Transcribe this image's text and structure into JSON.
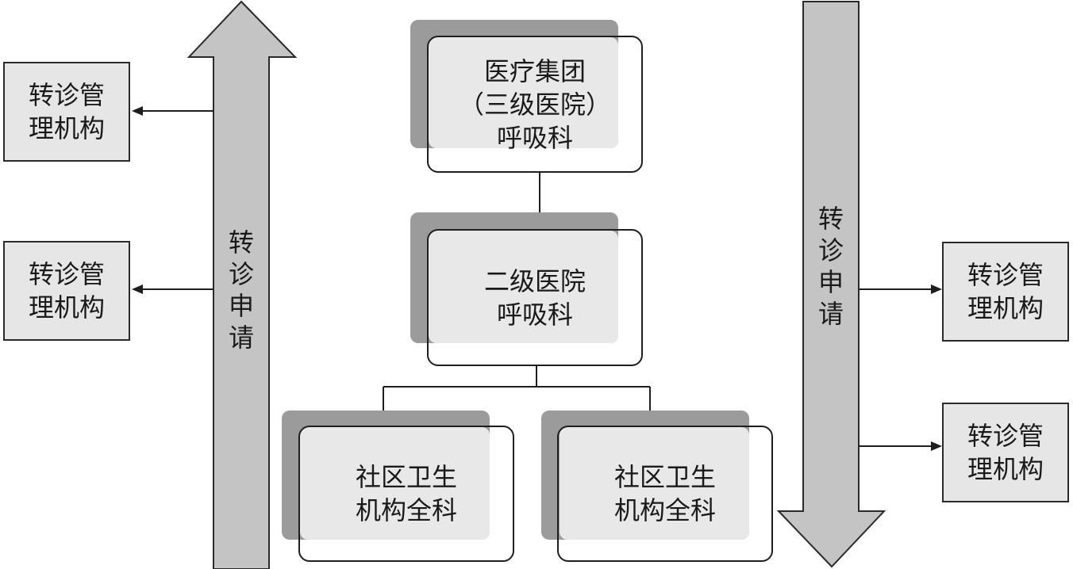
{
  "left_side": {
    "arrow_label": "转\n诊\n申\n请",
    "boxes": [
      {
        "label": "转诊管\n理机构"
      },
      {
        "label": "转诊管\n理机构"
      }
    ]
  },
  "right_side": {
    "arrow_label": "转\n诊\n申\n请",
    "boxes": [
      {
        "label": "转诊管\n理机构"
      },
      {
        "label": "转诊管\n理机构"
      }
    ]
  },
  "hierarchy": {
    "top": {
      "label": "医疗集团\n（三级医院）\n呼吸科"
    },
    "middle": {
      "label": "二级医院\n呼吸科"
    },
    "bottom_left": {
      "label": "社区卫生\n机构全科"
    },
    "bottom_right": {
      "label": "社区卫生\n机构全科"
    }
  },
  "colors": {
    "arrow_fill": "#c4c4c4",
    "arrow_stroke": "#2a2a2a",
    "box_fill": "#e6e6e6",
    "shadow": "#9b9b9b",
    "line": "#1e1e1e"
  }
}
